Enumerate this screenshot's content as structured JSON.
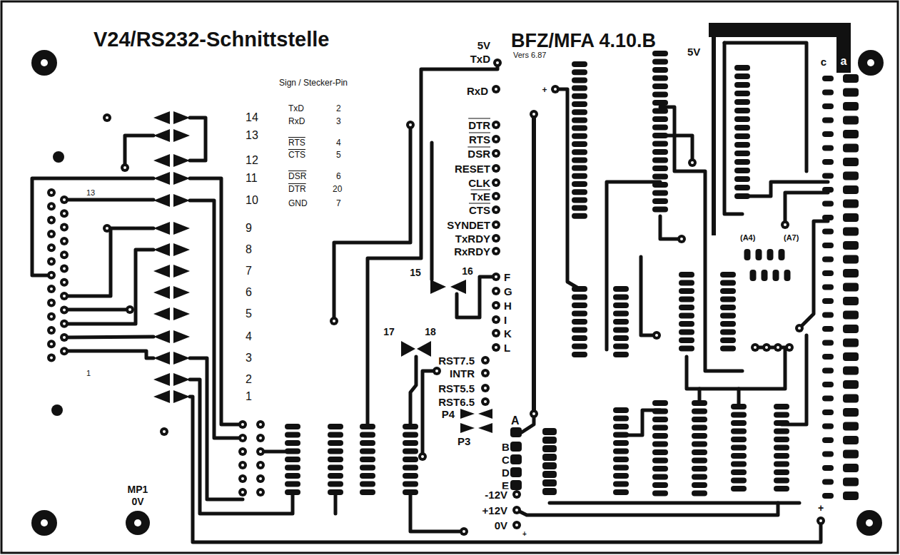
{
  "diagram": {
    "title": "V24/RS232-Schnittstelle",
    "labels": [
      "5V",
      "TxD",
      "BFZ/MFA 4.10.B",
      "Vers 6.87",
      "5V",
      "c",
      "a",
      "RxD",
      "Sign / Stecker-Pin",
      "TxD",
      "2",
      "RxD",
      "3",
      "RTS",
      "4",
      "CTS",
      "5",
      "DSR",
      "6",
      "DTR",
      "20",
      "GND",
      "7",
      "14",
      "13",
      "12",
      "11",
      "10",
      "9",
      "8",
      "7",
      "6",
      "5",
      "4",
      "3",
      "2",
      "1",
      "13",
      "1",
      "+",
      "DTR",
      "RTS",
      "DSR",
      "RESET",
      "CLK",
      "TxE",
      "CTS",
      "SYNDET",
      "TxRDY",
      "RxRDY",
      "(A4)",
      "(A7)",
      "15",
      "16",
      "F",
      "G",
      "H",
      "I",
      "K",
      "L",
      "17",
      "18",
      "RST7.5",
      "INTR",
      "RST5.5",
      "RST6.5",
      "P4",
      "A",
      "P3",
      "B",
      "C",
      "D",
      "E",
      "-12V",
      "+12V",
      "0V",
      "MP1",
      "0V",
      "+",
      "+"
    ]
  }
}
